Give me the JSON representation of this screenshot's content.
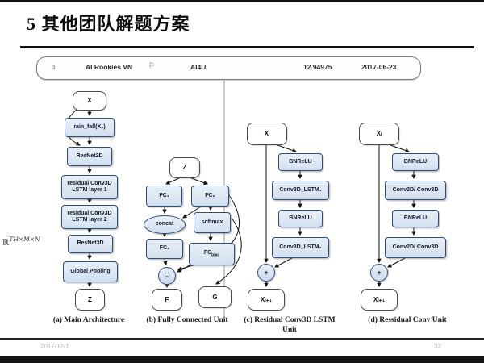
{
  "slide": {
    "title": "5 其他团队解题方案",
    "footer_date": "2017/12/1",
    "footer_page": "32"
  },
  "banner": {
    "rank": "3",
    "team": "AI Rookies VN",
    "model": "AI4U",
    "score": "12.94975",
    "date": "2017-06-23"
  },
  "icons": {
    "team_badge": "⚐"
  },
  "figure": {
    "annotation": {
      "base": "ℝ",
      "sup": "TH×M×N"
    },
    "a": {
      "caption": "(a) Main Architecture",
      "x": "X",
      "rainfall": "rain_fall(X₀)",
      "resnet2d": "ResNet2D",
      "lstm1_line1": "residual Conv3D",
      "lstm1_line2": "LSTM  layer 1",
      "lstm2_line1": "residual Conv3D",
      "lstm2_line2": "LSTM layer 2",
      "resnet3d": "ResNet3D",
      "pool": "Global Pooling",
      "z": "Z"
    },
    "b": {
      "caption": "(b) Fully Connected Unit",
      "z": "Z",
      "fc1": "FC₁",
      "fc2": "FC₂",
      "concat": "concat",
      "softmax": "softmax",
      "fc3": "FC₃",
      "fcbias_base": "FC",
      "fcbias_sub": "bias",
      "inner_op": "⟨,⟩",
      "f": "F",
      "g": "G"
    },
    "c": {
      "caption_line1": "(c) Residual Conv3D LSTM",
      "caption_line2": "Unit",
      "xl": "Xₗ",
      "bnrelu1": "BNReLU",
      "lstm1": "Conv3D_LSTM₁",
      "bnrelu2": "BNReLU",
      "lstm2": "Conv3D_LSTM₂",
      "plus": "+",
      "xl1": "Xₗ₊₁"
    },
    "d": {
      "caption": "(d) Ressidual Conv Unit",
      "xl": "Xₗ",
      "bnrelu1": "BNReLU",
      "conv1": "Conv2D/ Conv3D",
      "bnrelu2": "BNReLU",
      "conv2": "Conv2D/ Conv3D",
      "plus": "+",
      "xl1": "Xₗ₊₁"
    }
  }
}
